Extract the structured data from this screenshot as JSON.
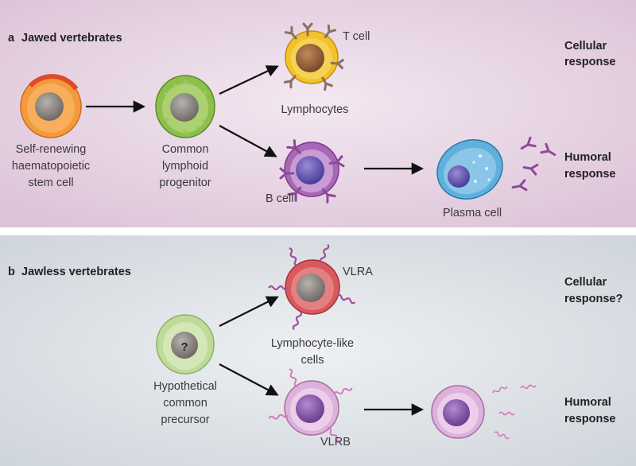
{
  "panel_a": {
    "letter": "a",
    "title": "Jawed vertebrates",
    "stem_cell": [
      "Self-renewing",
      "haematopoietic",
      "stem cell"
    ],
    "progenitor": [
      "Common",
      "lymphoid",
      "progenitor"
    ],
    "t_cell": "T cell",
    "lymphocytes": "Lymphocytes",
    "b_cell": "B cell",
    "plasma_cell": "Plasma cell",
    "cellular_response": [
      "Cellular",
      "response"
    ],
    "humoral_response": [
      "Humoral",
      "response"
    ]
  },
  "panel_b": {
    "letter": "b",
    "title": "Jawless vertebrates",
    "precursor_symbol": "?",
    "precursor": [
      "Hypothetical",
      "common",
      "precursor"
    ],
    "vlra": "VLRA",
    "lymphocyte_like": [
      "Lymphocyte-like",
      "cells"
    ],
    "vlrb": "VLRB",
    "cellular_response": [
      "Cellular",
      "response?"
    ],
    "humoral_response": [
      "Humoral",
      "response"
    ]
  },
  "colors": {
    "panel_a_bg": "#e6d3e2",
    "panel_b_bg": "#d9dee3",
    "stem_cell": "#f59a3c",
    "progenitor": "#8cc04a",
    "t_cell": "#f2c22c",
    "b_cell": "#a868b6",
    "plasma_cell": "#5fb0dc",
    "vlra": "#d85a5e",
    "vlrb": "#dcb2dc",
    "precursor": "#bfdb9a",
    "receptor": "#8a4a98"
  }
}
